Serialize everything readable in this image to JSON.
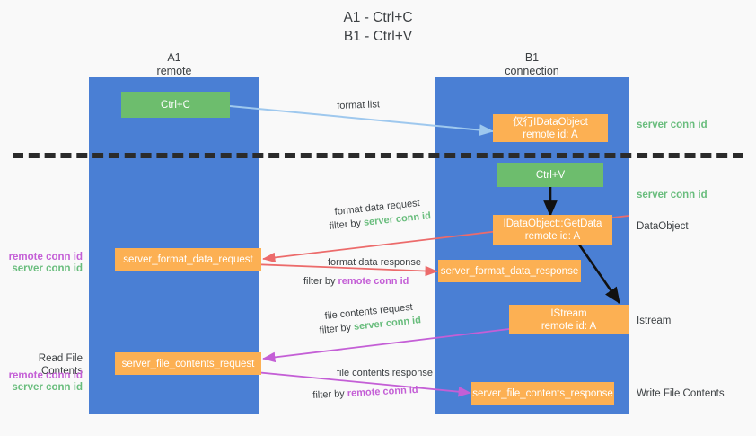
{
  "title": "A1 - Ctrl+C\nB1 - Ctrl+V",
  "columns": {
    "left": {
      "name": "A1",
      "sub": "remote",
      "header": "A1\nremote"
    },
    "right": {
      "name": "B1",
      "sub": "connection",
      "header": "B1\nconnection"
    }
  },
  "boxes": {
    "ctrl_c": "Ctrl+C",
    "ctrl_v": "Ctrl+V",
    "idataobject_set": "仅行IDataObject\nremote id: A",
    "idataobject_getdata": "IDataObject::GetData\nremote id: A",
    "istream": "IStream\nremote id: A",
    "server_format_data_request": "server_format_data_request",
    "server_format_data_response": "server_format_data_response",
    "server_file_contents_request": "server_file_contents_request",
    "server_file_contents_response": "server_file_contents_response"
  },
  "right_notes": {
    "server_conn_id_top": "server conn id",
    "server_conn_id_mid": "server conn id",
    "dataobject": "DataObject",
    "istream": "Istream",
    "write_file_contents": "Write File Contents"
  },
  "left_notes": {
    "conn_ids_upper_remote": "remote conn id",
    "conn_ids_upper_server": "server conn id",
    "read_file_contents": "Read File Contents",
    "conn_ids_lower_remote": "remote conn id",
    "conn_ids_lower_server": "server conn id"
  },
  "edges": {
    "format_list": "format list",
    "format_data_request": "format data request",
    "format_data_request_filter_prefix": "filter by ",
    "format_data_request_filter_value": "server conn id",
    "format_data_response": "format data response",
    "format_data_response_filter_prefix": "filter by ",
    "format_data_response_filter_value": "remote conn id",
    "file_contents_request": "file contents request",
    "file_contents_request_filter_prefix": "filter by ",
    "file_contents_request_filter_value": "server conn id",
    "file_contents_response": "file contents response",
    "file_contents_response_filter_prefix": "filter by ",
    "file_contents_response_filter_value": "remote conn id"
  },
  "colors": {
    "lane_blue": "#4a7fd4",
    "box_green": "#6dbd6d",
    "box_orange": "#fcb053",
    "note_green": "#69bd7d",
    "note_magenta": "#c45fd6",
    "arrow_light_blue": "#b9d6f2",
    "arrow_red": "#ec6b6b",
    "arrow_purple": "#c45fd6",
    "arrow_black": "#111111",
    "background": "#f9f9f9"
  }
}
